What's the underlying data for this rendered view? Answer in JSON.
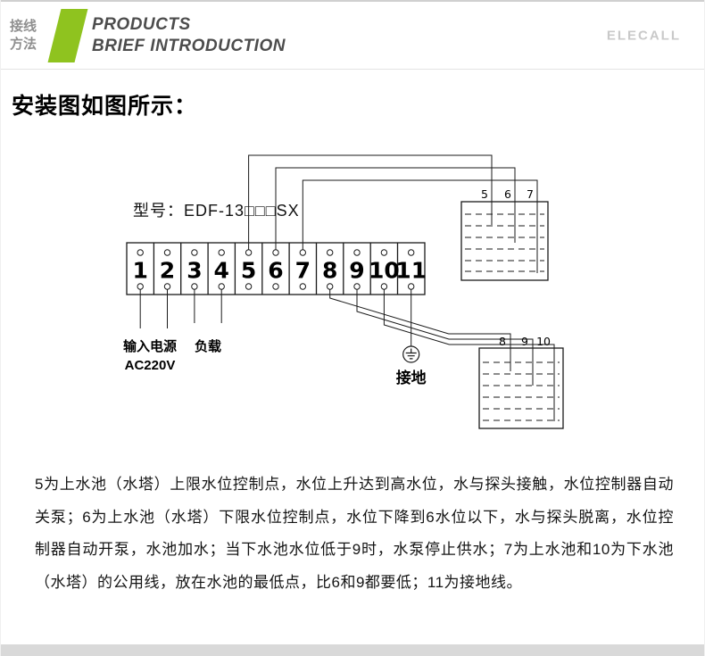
{
  "header": {
    "category_line1": "接线",
    "category_line2": "方法",
    "products_line1": "PRODUCTS",
    "products_line2": "BRIEF INTRODUCTION",
    "brand": "ELECALL"
  },
  "section": {
    "title": "安装图如图所示："
  },
  "diagram": {
    "model_label": "型号：EDF-13□□□SX",
    "terminals": [
      "1",
      "2",
      "3",
      "4",
      "5",
      "6",
      "7",
      "8",
      "9",
      "10",
      "11"
    ],
    "power_label_line1": "输入电源",
    "power_label_line2": "AC220V",
    "load_label": "负载",
    "ground_label": "接地",
    "upper_probes": [
      "5",
      "6",
      "7"
    ],
    "lower_probes": [
      "8",
      "9",
      "10"
    ]
  },
  "description": {
    "paragraph": "5为上水池（水塔）上限水位控制点，水位上升达到高水位，水与探头接触，水位控制器自动关泵；6为上水池（水塔）下限水位控制点，水位下降到6水位以下，水与探头脱离，水位控制器自动开泵，水池加水；当下水池水位低于9时，水泵停止供水；7为上水池和10为下水池（水塔）的公用线，放在水池的最低点，比6和9都要低；11为接地线。"
  },
  "colors": {
    "accent": "#8fc31f",
    "bottom_bar": "#d9d9d9",
    "brand_text": "#c9c9c9"
  }
}
